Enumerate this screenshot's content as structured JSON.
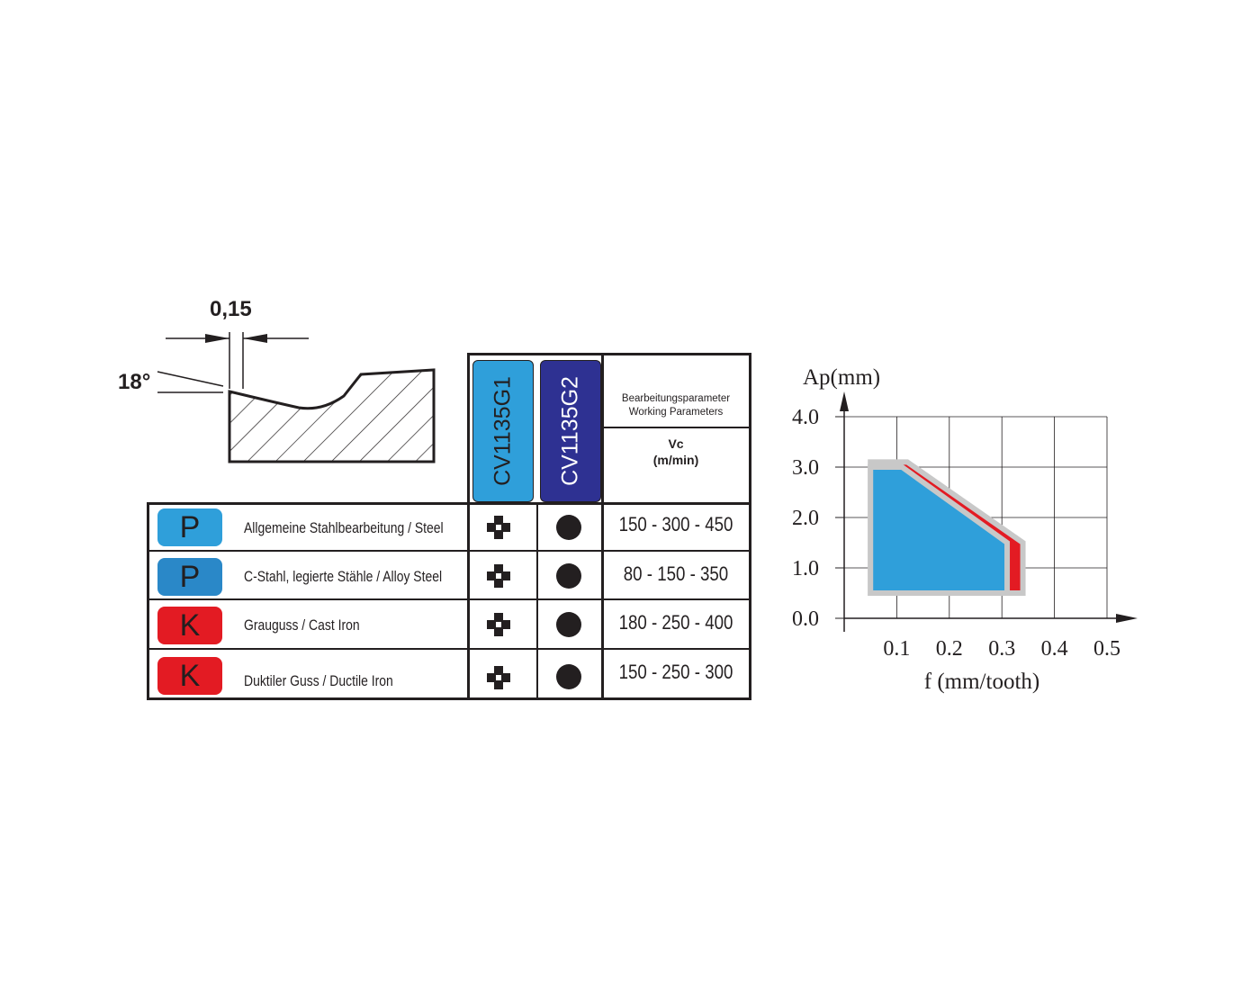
{
  "profile": {
    "width_label": "0,15",
    "angle_label": "18°"
  },
  "table": {
    "grades": [
      {
        "name": "CV1135G1",
        "color": "#2f9fda"
      },
      {
        "name": "CV1135G2",
        "color": "#2e3192"
      }
    ],
    "param_header_de": "Bearbeitungsparameter",
    "param_header_en": "Working Parameters",
    "vc_label": "Vc",
    "vc_unit": "(m/min)",
    "symbols": {
      "g1": "cross-shaped-dot-icon",
      "g2": "filled-circle-icon"
    },
    "rows": [
      {
        "iso": "P",
        "iso_color": "#2f9fda",
        "material": "Allgemeine Stahlbearbeitung / Steel",
        "vc": "150 - 300 - 450"
      },
      {
        "iso": "P",
        "iso_color": "#2a88c8",
        "material": "C-Stahl, legierte Stähle / Alloy Steel",
        "vc": "80 - 150 - 350"
      },
      {
        "iso": "K",
        "iso_color": "#e31b23",
        "material": "Grauguss / Cast Iron",
        "vc": "180 - 250 - 400"
      },
      {
        "iso": "K",
        "iso_color": "#e31b23",
        "material": "Duktiler Guss / Ductile Iron",
        "vc": "150 - 250 - 300"
      }
    ]
  },
  "chart_data": {
    "type": "area",
    "ylabel": "Ap(mm)",
    "xlabel": "f (mm/tooth)",
    "x_ticks": [
      "0.1",
      "0.2",
      "0.3",
      "0.4",
      "0.5"
    ],
    "y_ticks": [
      "0.0",
      "1.0",
      "2.0",
      "3.0",
      "4.0"
    ],
    "xlim": [
      0,
      0.55
    ],
    "ylim": [
      0,
      4.0
    ],
    "grid": true,
    "series": [
      {
        "color": "#e31b23",
        "outline": "#c8c8c8",
        "points": [
          [
            0.05,
            0.5
          ],
          [
            0.05,
            3.1
          ],
          [
            0.12,
            3.1
          ],
          [
            0.34,
            1.5
          ],
          [
            0.34,
            0.5
          ]
        ]
      },
      {
        "color": "#2f9fda",
        "outline": "#c8c8c8",
        "points": [
          [
            0.05,
            0.5
          ],
          [
            0.05,
            3.0
          ],
          [
            0.11,
            3.0
          ],
          [
            0.31,
            1.5
          ],
          [
            0.31,
            0.5
          ]
        ]
      }
    ]
  }
}
